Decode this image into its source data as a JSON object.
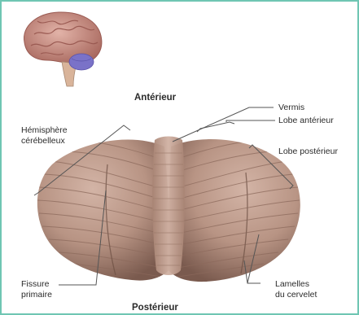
{
  "labels": {
    "anterior": "Antérieur",
    "posterior": "Postérieur",
    "hemisphere": [
      "Hémisphère",
      "cérébelleux"
    ],
    "vermis": "Vermis",
    "anterior_lobe": "Lobe antérieur",
    "posterior_lobe": "Lobe postérieur",
    "fissure": [
      "Fissure",
      "primaire"
    ],
    "lamellae": [
      "Lamelles",
      "du cervelet"
    ]
  },
  "colors": {
    "frame_border": "#6fc6b3",
    "cerebellum_tissue": "#b89484",
    "cerebellum_shadow": "#7a5a4e",
    "vermis": "#c7a697",
    "brain_cortex": "#c98f85",
    "brain_cerebellum_highlight": "#7a72c8",
    "brainstem": "#d9b49a",
    "leader_line": "#555555"
  },
  "icons": {
    "brain_inset": "brain-inset-icon"
  }
}
